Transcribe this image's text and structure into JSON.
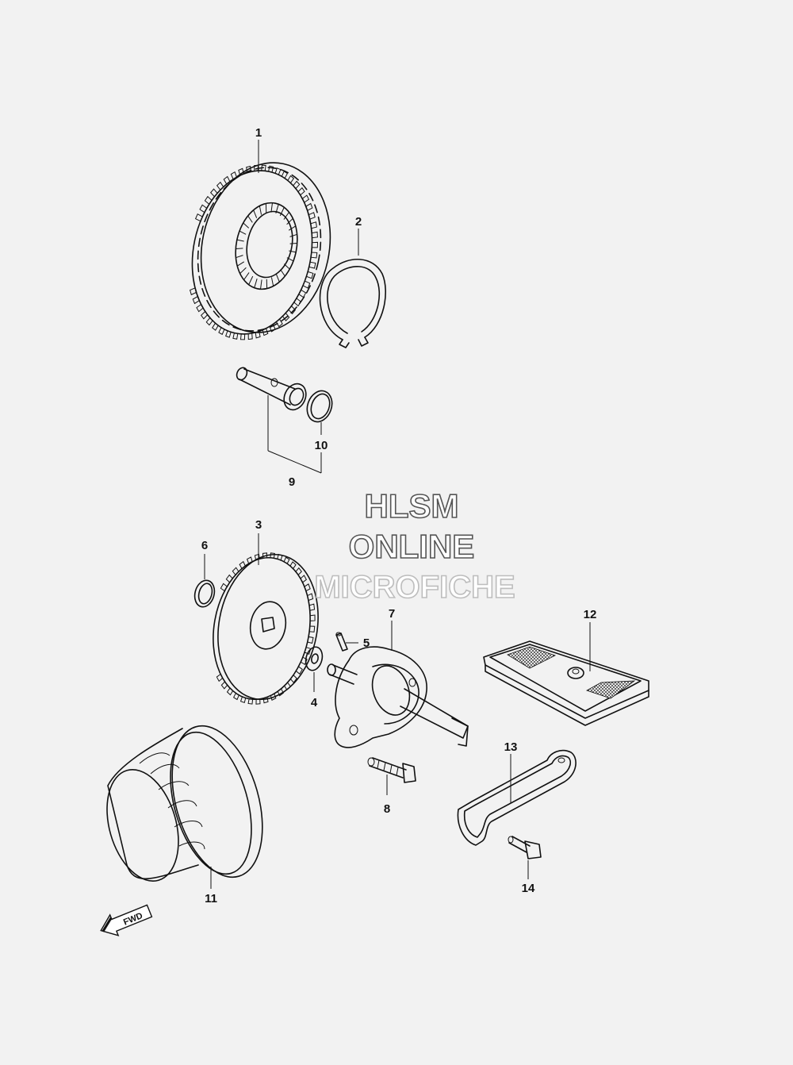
{
  "watermark": {
    "line1": "HLSM",
    "line2": "ONLINE",
    "line3": "MICROFICHE"
  },
  "callouts": {
    "c1": "1",
    "c2": "2",
    "c3": "3",
    "c4": "4",
    "c5": "5",
    "c6": "6",
    "c7": "7",
    "c8": "8",
    "c9": "9",
    "c10": "10",
    "c11": "11",
    "c12": "12",
    "c13": "13",
    "c14": "14"
  },
  "fwd_label": "FWD"
}
